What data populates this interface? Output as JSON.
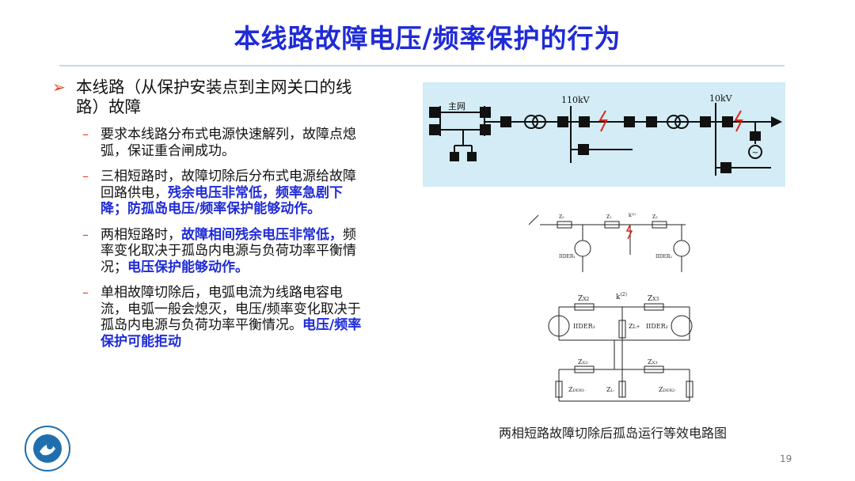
{
  "slide": {
    "title": "本线路故障电压/频率保护的行为",
    "page_number": "19"
  },
  "bullets": {
    "main": "本线路（从保护安装点到主网关口的线路）故障",
    "sub1": "要求本线路分布式电源快速解列，故障点熄弧，保证重合闸成功。",
    "sub2_a": "三相短路时，故障切除后分布式电源给故障回路供电，",
    "sub2_b": "残余电压非常低，频率急剧下降；防孤岛电压/频率保护能够动作。",
    "sub3_a": "两相短路时，",
    "sub3_b": "故障相间残余电压非常低，",
    "sub3_c": "频率变化取决于孤岛内电源与负荷功率平衡情况；",
    "sub3_d": "电压保护能够动作。",
    "sub4_a": "单相故障切除后，电弧电流为线路电容电流，电弧一般会熄灭，电压/频率变化取决于孤岛内电源与负荷功率平衡情况。",
    "sub4_b": "电压/频率保护可能拒动"
  },
  "diagram_top": {
    "grid_label": "主网",
    "kv110": "110kV",
    "kv10": "10kV"
  },
  "circuit_small": {
    "z0": "Z₀",
    "z1": "Z₁",
    "k": "k⁽²⁾",
    "z2": "Z₂",
    "ider1": "IIDER₁",
    "ider2": "IIDER₂"
  },
  "circuit_big": {
    "zx2": "Z",
    "zx2_sub": "X2",
    "k": "k",
    "k_sup": "(2)",
    "zx3": "Z",
    "zx3_sub": "X3",
    "ider1": "IIDER₁",
    "zl": "Z",
    "zl_sub": "L+",
    "ider2": "IIDER₂",
    "zx2m": "Z",
    "zx2m_sub": "X2-",
    "zx3m": "Z",
    "zx3m_sub": "X3-",
    "zder1": "Z",
    "zder1_sub": "DER1-",
    "zlm": "Z",
    "zlm_sub": "L-",
    "zder2": "Z",
    "zder2_sub": "DER2-"
  },
  "caption": "两相短路故障切除后孤岛运行等效电路图",
  "colors": {
    "title": "#1f2bd6",
    "highlight": "#1f2bd6",
    "bullet_marker": "#e0451b",
    "diagram_bg": "#d3ecf5",
    "fault_red": "#e0241b"
  }
}
